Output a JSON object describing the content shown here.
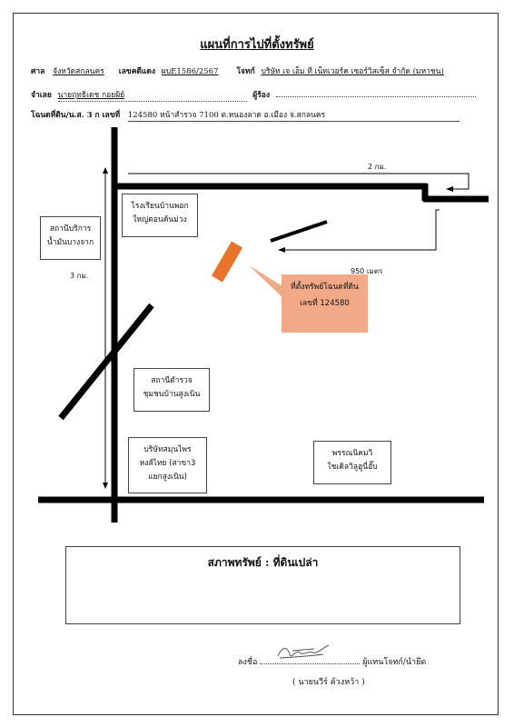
{
  "doc": {
    "title": "แผนที่การไปที่ตั้งทรัพย์"
  },
  "header": {
    "court_label": "ศาล",
    "court_value": "จังหวัดสกลนคร",
    "case_label": "เลขคดีแดง",
    "case_value": "ผบE1586/2567",
    "plaintiff_label": "โจทก์",
    "plaintiff_value": "บริษัท เจ เอ็ม ที เน็ทเวอร์ค เซอร์วิสเซ็ส จำกัด (มหาชน)",
    "defendant_label": "จำเลย",
    "defendant_value": "นายฤทธิเดช กอยผิย์",
    "claimant_label": "ผู้ร้อง",
    "claimant_value": "",
    "deed_label": "โฉนดที่ดิน/น.ส. 3 ก เลขที่",
    "deed_value": "124580 หน้าสำรวจ 7100 ต.หนองลาด อ.เมือง จ.สกลนคร"
  },
  "map": {
    "distance_top": "2 กม.",
    "distance_950": "950 เมตร",
    "distance_left": "3 กม.",
    "landmark_school": [
      "โรงเรียนบ้านพอก",
      "ใหญ่ดอนค้นม่วง"
    ],
    "landmark_gas": [
      "สถานีบริการ",
      "น้ำมันบางจาก"
    ],
    "landmark_police": [
      "สถานีตำรวจ",
      "ชุมชนบ้านสูงเนิน"
    ],
    "landmark_company": [
      "บริษัทสมุนไพร",
      "หงส์ไทย (สาขา3",
      "แยกสูงเนิน)"
    ],
    "landmark_dealer": [
      "พรรณนิคมวิ",
      "ใชเคิลวิลูฮูนี่อั๊บ"
    ],
    "property_line1": "ที่ตั้งทรัพย์โฉนดที่ดิน",
    "property_line2": "เลขที่ 124580",
    "property_color": "#e8732a",
    "callout_color": "#f2a987"
  },
  "condition": {
    "label": "สภาพทรัพย์ :  ที่ดินเปล่า"
  },
  "signature": {
    "sign_label": "ลงชื่อ",
    "role": "ผู้แทนโจทก์/นำยึด",
    "name": "( นายนวีร์ ค้วงหว้า )"
  }
}
